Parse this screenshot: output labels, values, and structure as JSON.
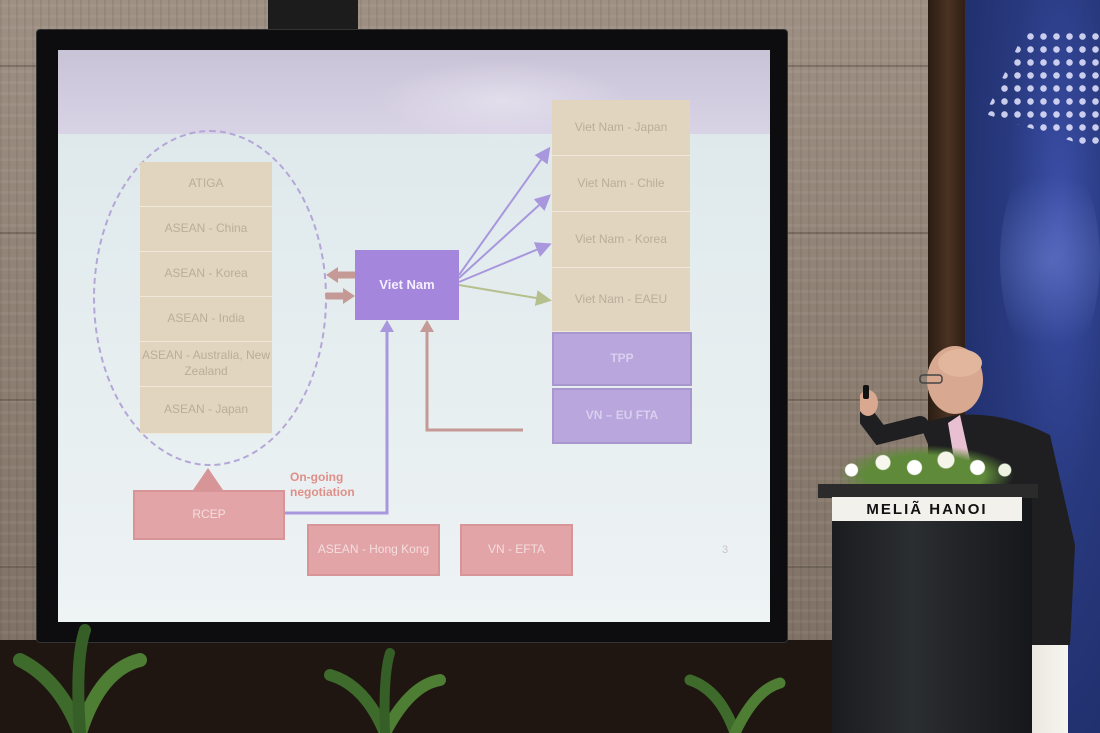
{
  "slide": {
    "agreements_left": [
      "ATIGA",
      "ASEAN - China",
      "ASEAN - Korea",
      "ASEAN - India",
      "ASEAN - Australia, New Zealand",
      "ASEAN - Japan"
    ],
    "center": "Viet Nam",
    "agreements_right": [
      "Viet Nam - Japan",
      "Viet Nam - Chile",
      "Viet Nam - Korea",
      "Viet Nam - EAEU"
    ],
    "tpp": "TPP",
    "vn_eu": "VN – EU FTA",
    "rcep": "RCEP",
    "ongoing": "On-going negotiation",
    "asean_hk": "ASEAN - Hong Kong",
    "vn_efta": "VN - EFTA",
    "page_number": "3"
  },
  "podium": {
    "sign": "MELIÃ HANOI"
  },
  "colors": {
    "beige": "#e2d5bf",
    "purple": "#b8a6dd",
    "pink": "#e2a4a6",
    "center": "#a487dc"
  }
}
